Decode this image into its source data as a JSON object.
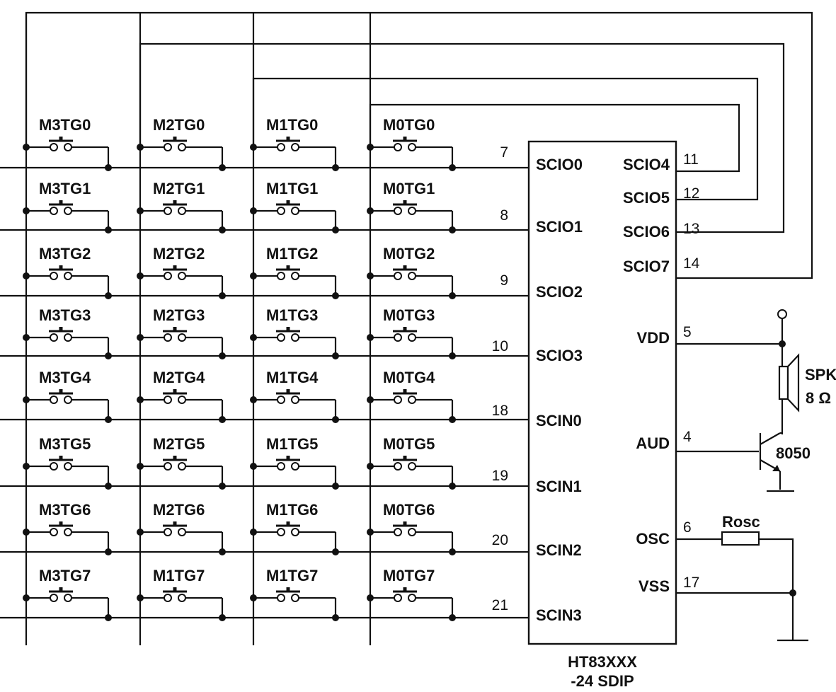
{
  "chip": {
    "name_line1": "HT83XXX",
    "name_line2": "-24 SDIP",
    "left_pins": [
      {
        "name": "SCIO0",
        "num": "7"
      },
      {
        "name": "SCIO1",
        "num": "8"
      },
      {
        "name": "SCIO2",
        "num": "9"
      },
      {
        "name": "SCIO3",
        "num": "10"
      },
      {
        "name": "SCIN0",
        "num": "18"
      },
      {
        "name": "SCIN1",
        "num": "19"
      },
      {
        "name": "SCIN2",
        "num": "20"
      },
      {
        "name": "SCIN3",
        "num": "21"
      }
    ],
    "right_pins": [
      {
        "name": "SCIO4",
        "num": "11"
      },
      {
        "name": "SCIO5",
        "num": "12"
      },
      {
        "name": "SCIO6",
        "num": "13"
      },
      {
        "name": "SCIO7",
        "num": "14"
      },
      {
        "name": "VDD",
        "num": "5"
      },
      {
        "name": "AUD",
        "num": "4"
      },
      {
        "name": "OSC",
        "num": "6"
      },
      {
        "name": "VSS",
        "num": "17"
      }
    ]
  },
  "switches": [
    [
      "M3TG0",
      "M2TG0",
      "M1TG0",
      "M0TG0"
    ],
    [
      "M3TG1",
      "M2TG1",
      "M1TG1",
      "M0TG1"
    ],
    [
      "M3TG2",
      "M2TG2",
      "M1TG2",
      "M0TG2"
    ],
    [
      "M3TG3",
      "M2TG3",
      "M1TG3",
      "M0TG3"
    ],
    [
      "M3TG4",
      "M2TG4",
      "M1TG4",
      "M0TG4"
    ],
    [
      "M3TG5",
      "M2TG5",
      "M1TG5",
      "M0TG5"
    ],
    [
      "M3TG6",
      "M2TG6",
      "M1TG6",
      "M0TG6"
    ],
    [
      "M3TG7",
      "M1TG7",
      "M1TG7",
      "M0TG7"
    ]
  ],
  "speaker": {
    "label": "SPK",
    "impedance": "8 Ω"
  },
  "transistor": {
    "label": "8050"
  },
  "resistor": {
    "label": "Rosc"
  }
}
